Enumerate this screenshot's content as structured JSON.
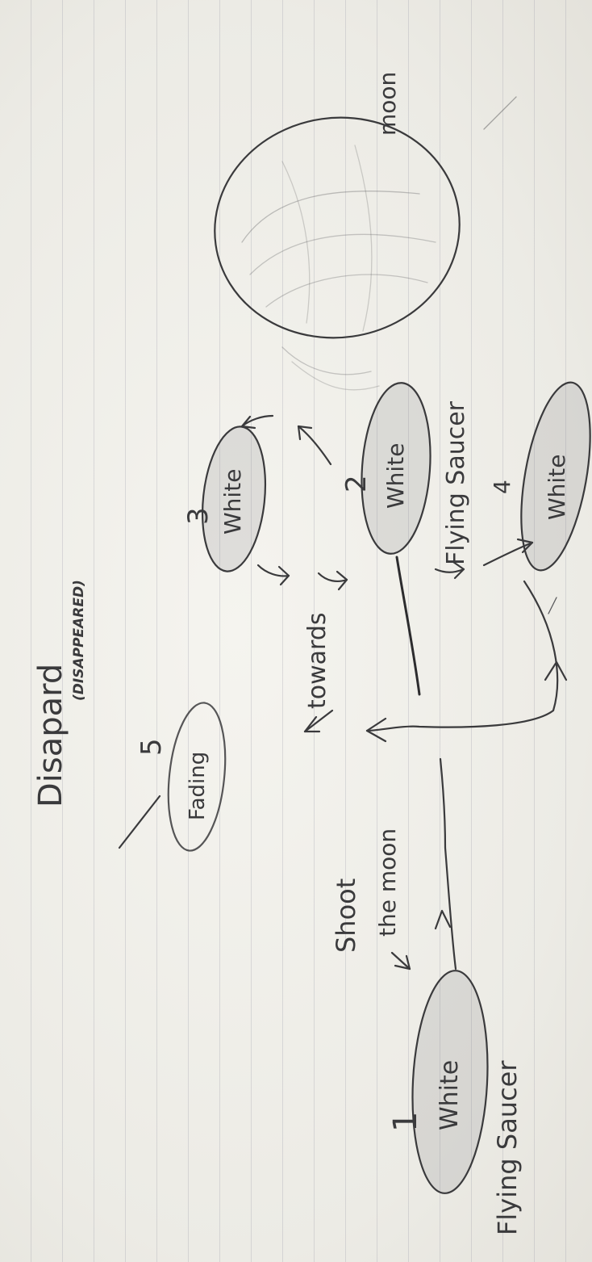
{
  "diagram": {
    "labels": {
      "moon": "moon",
      "disappeared_handwritten": "Disapard",
      "disappeared_caps": "(DISAPPEARED)",
      "shoot": "Shoot",
      "towards": "towards",
      "the_moon": "the moon",
      "flying_saucer_top": "Flying Saucer",
      "flying_saucer_bottom": "Flying Saucer"
    },
    "stages": [
      {
        "number": "1",
        "label": "White"
      },
      {
        "number": "2",
        "label": "White"
      },
      {
        "number": "3",
        "label": "White"
      },
      {
        "number": "4",
        "label": "White"
      },
      {
        "number": "5",
        "label": "Fading"
      }
    ]
  }
}
